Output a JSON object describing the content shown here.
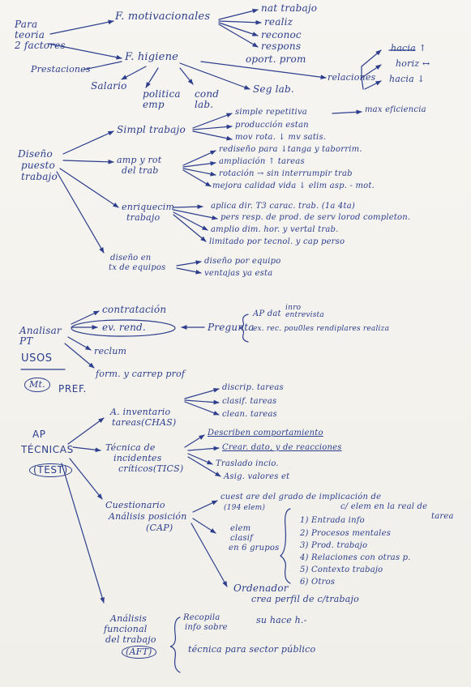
{
  "sections": {
    "motivation": {
      "root": "Para teoria 2 factores",
      "root_lines": [
        "Para",
        "teoria",
        "2 factores"
      ],
      "motivacionales": "F. motivacionales",
      "motivacionales_items": [
        "nat trabajo",
        "realiz",
        "reconoc",
        "respons",
        "oport. prom"
      ],
      "higiene": "F. higiene",
      "higiene_items": [
        "Salario",
        "politica emp",
        "cond lab.",
        "Seg lab.",
        "relaciones"
      ],
      "higiene_extra": "Prestaciones",
      "relaciones_items": [
        "hacia ↑",
        "horiz ↔",
        "hacia ↓"
      ]
    },
    "diseno": {
      "root_lines": [
        "Diseño",
        "puesto",
        "trabajo"
      ],
      "simpl": {
        "label": "Simpl trabajo",
        "items": [
          "simple repetitiva",
          "producción estan",
          "mov rota. ↓ mv satis."
        ],
        "result": "max eficiencia"
      },
      "amp": {
        "label_lines": [
          "amp y rot",
          "del trab"
        ],
        "items": [
          "rediseño para ↓tanga y taborrim.",
          "ampliación ↑ tareas",
          "rotación → sin interrumpir trab",
          "mejora calidad vida ↓ elim asp. - mot."
        ]
      },
      "enriq": {
        "label_lines": [
          "enriquecim",
          "trabajo"
        ],
        "items": [
          "aplica dir. T3 carac. trab. (1a 4ta)",
          "pers resp. de prod. de serv lorod completon.",
          "amplio dim. hor. y vertal trab.",
          "limitado por tecnol. y cap perso"
        ]
      },
      "equipo": {
        "label_lines": [
          "diseño en",
          "tx de equipos"
        ],
        "items": [
          "diseño por equipo",
          "ventajas ya esta"
        ]
      }
    },
    "analisis": {
      "root_lines": [
        "Analisar",
        "PT"
      ],
      "usos_label": "USOS",
      "met_label": "Mt.",
      "pref_label": "PREF.",
      "items": [
        "contratación",
        "ev. rend.",
        "reclum",
        "form. y carrep prof"
      ],
      "pregunta": "Pregunta",
      "brace_items": [
        "AP dat",
        "ex. rec. pou0les rendiplares realiza"
      ],
      "ap_superscript": "inro entrevista"
    },
    "tecnicas": {
      "root_lines": [
        "AP",
        "TÉCNICAS",
        "(TEST)"
      ],
      "chas": {
        "label_lines": [
          "A. inventario",
          "tareas(CHAS)"
        ],
        "items": [
          "discrip. tareas",
          "clasif. tareas",
          "clean. tareas"
        ]
      },
      "tics": {
        "label_lines": [
          "Técnica de",
          "incidentes",
          "críticos(TICS)"
        ],
        "items": [
          "Describen comportamiento",
          "Crear. dato, y de reacciones",
          "Traslado incio.",
          "Asig. valores et"
        ]
      },
      "cap": {
        "label_lines": [
          "Cuestionario",
          "Análisis posición",
          "(CAP)"
        ],
        "top_lines": [
          "cuest are del grado de implicación de",
          "c/ elem en la real de",
          "tarea"
        ],
        "top_count": "(194 elem)",
        "elem_lines": [
          "elem",
          "clasif",
          "en 6 grupos"
        ],
        "groups": [
          "1) Entrada info",
          "2) Procesos mentales",
          "3) Prod. trabajo",
          "4) Relaciones con otras p.",
          "5) Contexto trabajo",
          "6) Otros"
        ],
        "ordenador": "Ordenador",
        "perfil": "crea perfil de c/trabajo"
      },
      "aft": {
        "label_lines": [
          "Análisis",
          "funcional",
          "del trabajo",
          "(AFT)"
        ],
        "brace_lines": [
          "Recopila",
          "info sobre"
        ],
        "items": [
          "su hace h.-",
          "técnica para sector público"
        ]
      }
    }
  }
}
